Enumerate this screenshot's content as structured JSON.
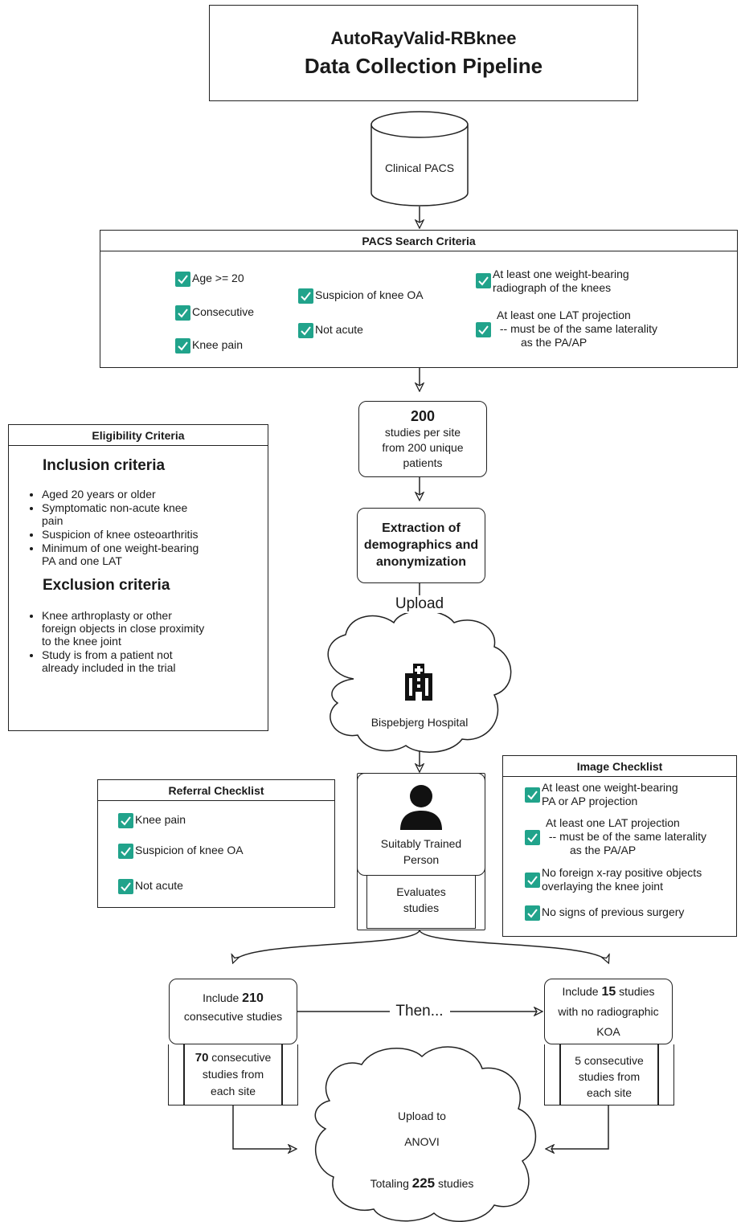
{
  "title": {
    "line1": "AutoRayValid-RBknee",
    "line2": "Data Collection Pipeline"
  },
  "pacs_db": {
    "label": "Clinical PACS"
  },
  "search_criteria": {
    "header": "PACS Search Criteria",
    "col1": [
      "Age >= 20",
      "Consecutive",
      "Knee pain"
    ],
    "col2": [
      "Suspicion of knee OA",
      "Not acute"
    ],
    "col3_item1": [
      "At least one weight-bearing",
      "radiograph of the knees"
    ],
    "col3_item2": [
      "At least one LAT projection",
      " -- must be of the same laterality",
      "as the PA/AP"
    ]
  },
  "studies_box": {
    "count": "200",
    "line1": "studies per site",
    "line2": "from 200 unique",
    "line3": "patients"
  },
  "extraction_box": {
    "line1": "Extraction of",
    "line2": "demographics and",
    "line3": "anonymization"
  },
  "upload_label": "Upload",
  "hospital_cloud": {
    "label": "Bispebjerg Hospital",
    "icon": "hospital-building-icon"
  },
  "eligibility": {
    "header": "Eligibility Criteria",
    "inclusion_title": "Inclusion criteria",
    "inclusion_items": [
      [
        "Aged 20 years or older"
      ],
      [
        "Symptomatic non-acute knee",
        "pain"
      ],
      [
        "Suspicion of knee osteoarthritis"
      ],
      [
        "Minimum of one weight-bearing",
        "PA and one LAT"
      ]
    ],
    "exclusion_title": "Exclusion criteria",
    "exclusion_items": [
      [
        "Knee arthroplasty or other",
        "foreign objects in close proximity",
        "to the knee joint"
      ],
      [
        "Study is from a patient not",
        "already included in the trial"
      ]
    ]
  },
  "referral_checklist": {
    "header": "Referral Checklist",
    "items": [
      "Knee pain",
      "Suspicion of knee OA",
      "Not acute"
    ]
  },
  "person_box": {
    "icon": "person-icon",
    "line1": "Suitably Trained",
    "line2": "Person",
    "sub1": "Evaluates",
    "sub2": "studies"
  },
  "image_checklist": {
    "header": "Image Checklist",
    "item1": [
      "At least one weight-bearing",
      "PA or AP projection"
    ],
    "item2": [
      "At least one LAT projection",
      " -- must be of the same laterality",
      "as the PA/AP"
    ],
    "item3": [
      "No foreign x-ray positive objects",
      "overlaying the knee joint"
    ],
    "item4": [
      "No signs of previous surgery"
    ]
  },
  "left_include": {
    "pre": "Include ",
    "count": "210",
    "line2": "consecutive studies",
    "sub_count": "70",
    "sub_suffix": " consecutive",
    "sub2": "studies from",
    "sub3": "each site"
  },
  "then_label": "Then...",
  "right_include": {
    "pre": "Include ",
    "count": "15",
    "suffix": " studies",
    "line2": "with no radiographic",
    "line3": "KOA",
    "sub1": "5 consecutive",
    "sub2": "studies from",
    "sub3": "each site"
  },
  "anovi_cloud": {
    "line1": "Upload to",
    "line2": "ANOVI",
    "total_pre": "Totaling ",
    "total_count": "225",
    "total_suffix": " studies"
  },
  "colors": {
    "check_green": "#21a38b",
    "stroke": "#222222"
  }
}
